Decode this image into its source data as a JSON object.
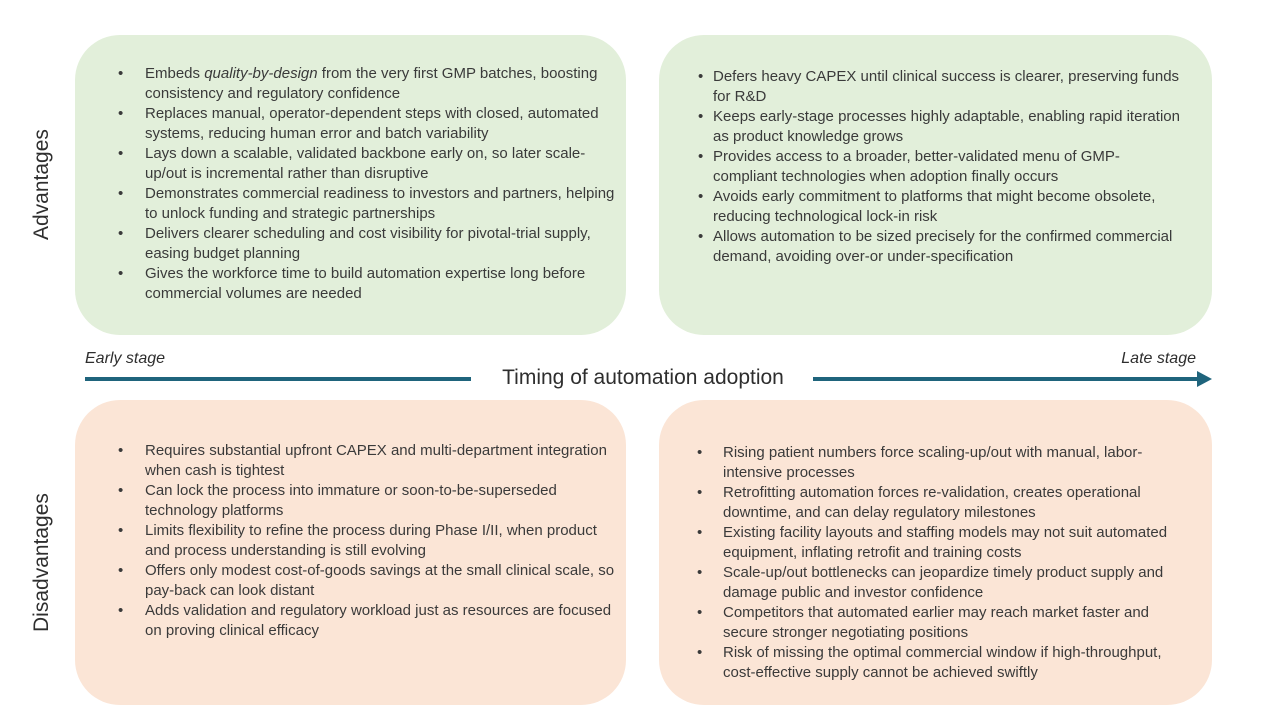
{
  "colors": {
    "advantages_bg": "#E2EFDA",
    "disadvantages_bg": "#FBE5D6",
    "axis": "#1F647C",
    "text": "#3A3A3A"
  },
  "row_labels": {
    "advantages": "Advantages",
    "disadvantages": "Disadvantages"
  },
  "axis": {
    "title": "Timing of automation adoption",
    "left": "Early stage",
    "right": "Late stage"
  },
  "quadrants": {
    "advantages_early": {
      "bullets": [
        {
          "pre": "Embeds ",
          "em": "quality-by-design",
          "post": " from the very first GMP batches, boosting consistency and regulatory confidence"
        },
        "Replaces manual, operator-dependent steps with closed, automated systems, reducing human error and batch variability",
        "Lays down a scalable, validated backbone early on, so later scale-up/out is incremental rather than disruptive",
        "Demonstrates commercial readiness to investors and partners, helping to unlock funding and strategic partnerships",
        "Delivers clearer scheduling and cost visibility for pivotal-trial supply, easing budget planning",
        "Gives the workforce time to build automation expertise long before commercial volumes are needed"
      ]
    },
    "advantages_late": {
      "bullets": [
        "Defers heavy CAPEX until clinical success is clearer, preserving funds for R&D",
        "Keeps early-stage processes highly adaptable, enabling rapid iteration as product knowledge grows",
        "Provides access to a broader, better-validated menu of GMP-compliant technologies when adoption finally occurs",
        "Avoids early commitment to platforms that might become obsolete, reducing technological lock-in risk",
        "Allows automation to be sized precisely for the confirmed commercial demand, avoiding over-or under-specification"
      ]
    },
    "disadvantages_early": {
      "bullets": [
        "Requires substantial upfront CAPEX and multi-department integration when cash is tightest",
        "Can lock the process into immature or soon-to-be-superseded technology platforms",
        "Limits flexibility to refine the process during Phase I/II, when product and process understanding is still evolving",
        "Offers only modest cost-of-goods savings at the small clinical scale, so pay-back can look distant",
        "Adds validation and regulatory workload just as resources are focused on proving clinical efficacy"
      ]
    },
    "disadvantages_late": {
      "bullets": [
        "Rising patient numbers force scaling-up/out with manual, labor-intensive processes",
        "Retrofitting automation forces re-validation, creates operational downtime, and can delay regulatory milestones",
        "Existing facility layouts and staffing models may not suit automated equipment, inflating retrofit and training costs",
        "Scale-up/out bottlenecks can jeopardize timely product supply and damage public and investor confidence",
        "Competitors that automated earlier may reach market faster and secure stronger negotiating positions",
        "Risk of missing the optimal commercial window if high-throughput, cost-effective supply cannot be achieved swiftly"
      ]
    }
  }
}
